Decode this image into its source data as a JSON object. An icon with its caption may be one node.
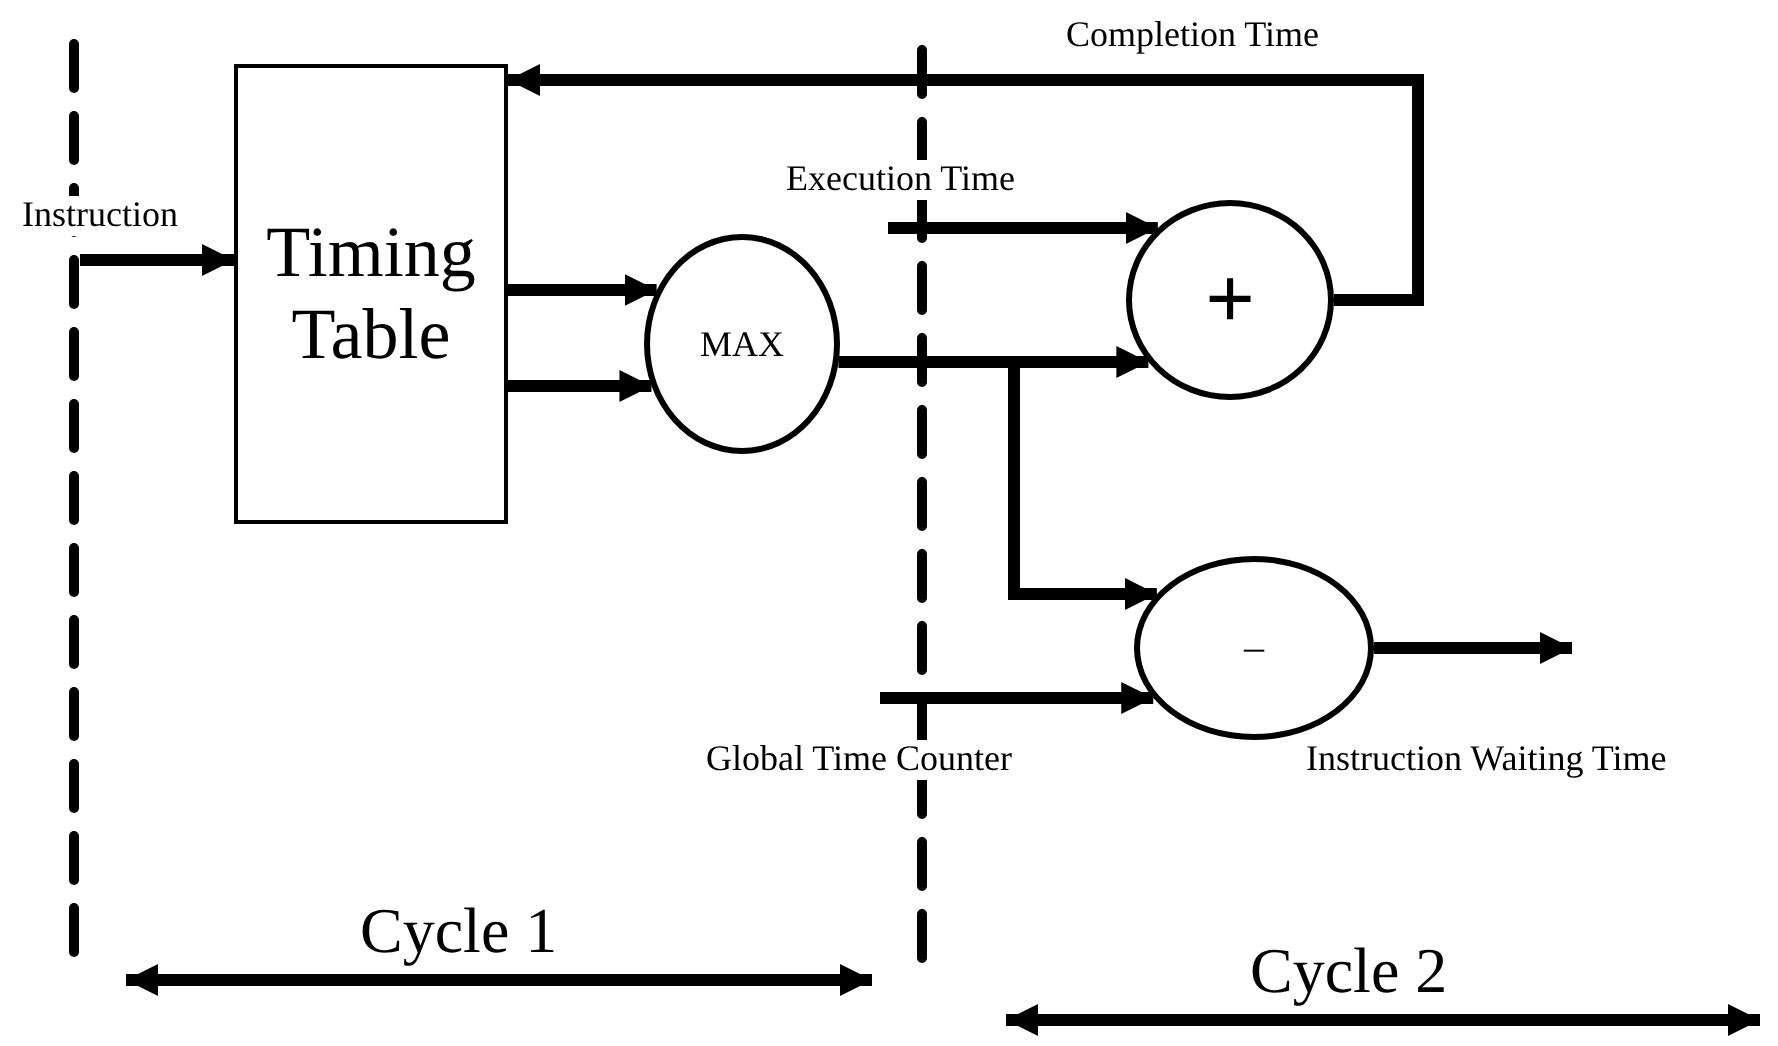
{
  "diagram": {
    "nodes": [
      {
        "text": [
          "Timing Table"
        ]
      },
      {
        "text": [
          "MAX"
        ]
      },
      {
        "text": [
          "+"
        ]
      },
      {
        "text": [
          "–"
        ]
      }
    ],
    "edges": [
      {
        "from": null,
        "to": 0,
        "arrow": "to",
        "label": "Instruction"
      },
      {
        "from": 0,
        "to": 1,
        "arrow": "to"
      },
      {
        "from": 0,
        "to": 1,
        "arrow": "to"
      },
      {
        "from": 1,
        "to": 2,
        "arrow": "to"
      },
      {
        "from": 1,
        "to": 3,
        "arrow": "to"
      },
      {
        "from": null,
        "to": 2,
        "arrow": "to",
        "label": "Execution Time"
      },
      {
        "from": null,
        "to": 3,
        "arrow": "to",
        "label": "Global Time Counter"
      },
      {
        "from": 3,
        "to": null,
        "arrow": "to",
        "label": "Instruction Waiting Time"
      },
      {
        "from": 2,
        "to": 0,
        "arrow": "to",
        "label": "Completion Time"
      }
    ],
    "labels": [
      "Cycle 1",
      "Cycle 2"
    ]
  }
}
